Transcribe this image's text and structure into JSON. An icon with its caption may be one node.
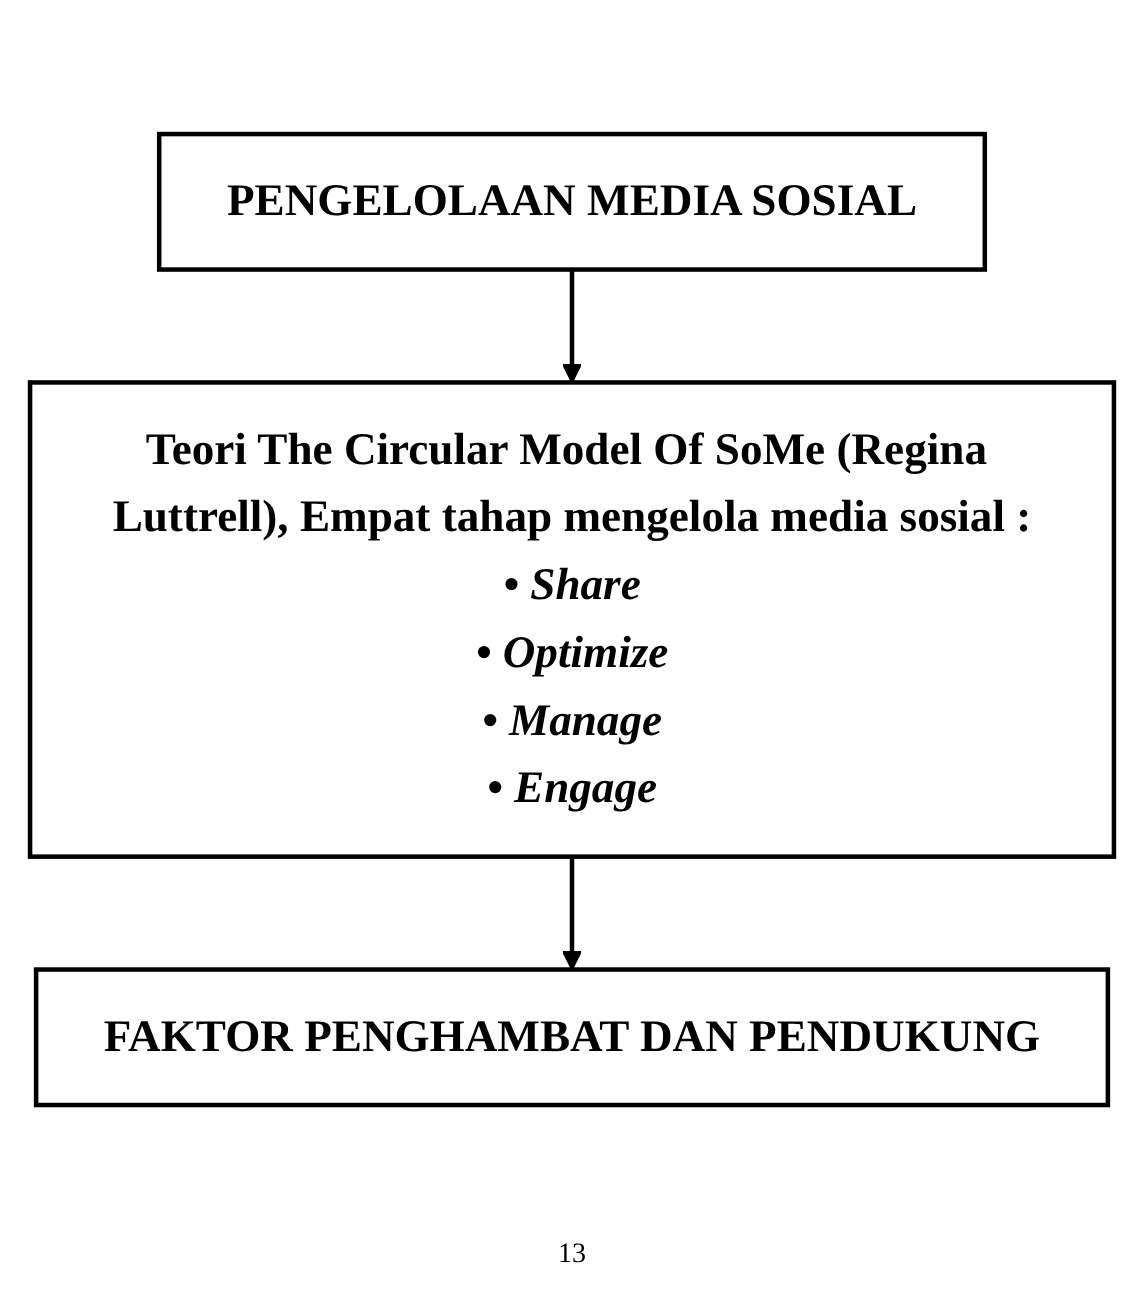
{
  "diagram": {
    "nodes": [
      {
        "text": [
          "PENGELOLAAN MEDIA SOSIAL"
        ]
      },
      {
        "text": [
          "Teori The Circular Model Of SoMe (Regina Luttrell), Empat tahap mengelola media sosial :",
          "• Share",
          "• Optimize",
          "• Manage",
          "• Engage"
        ]
      },
      {
        "text": [
          "FAKTOR PENGHAMBAT DAN PENDUKUNG"
        ]
      }
    ],
    "edges": [
      {
        "from": 0,
        "to": 1,
        "arrow": "to"
      },
      {
        "from": 1,
        "to": 2,
        "arrow": "to"
      }
    ],
    "labels": [
      "13"
    ]
  }
}
